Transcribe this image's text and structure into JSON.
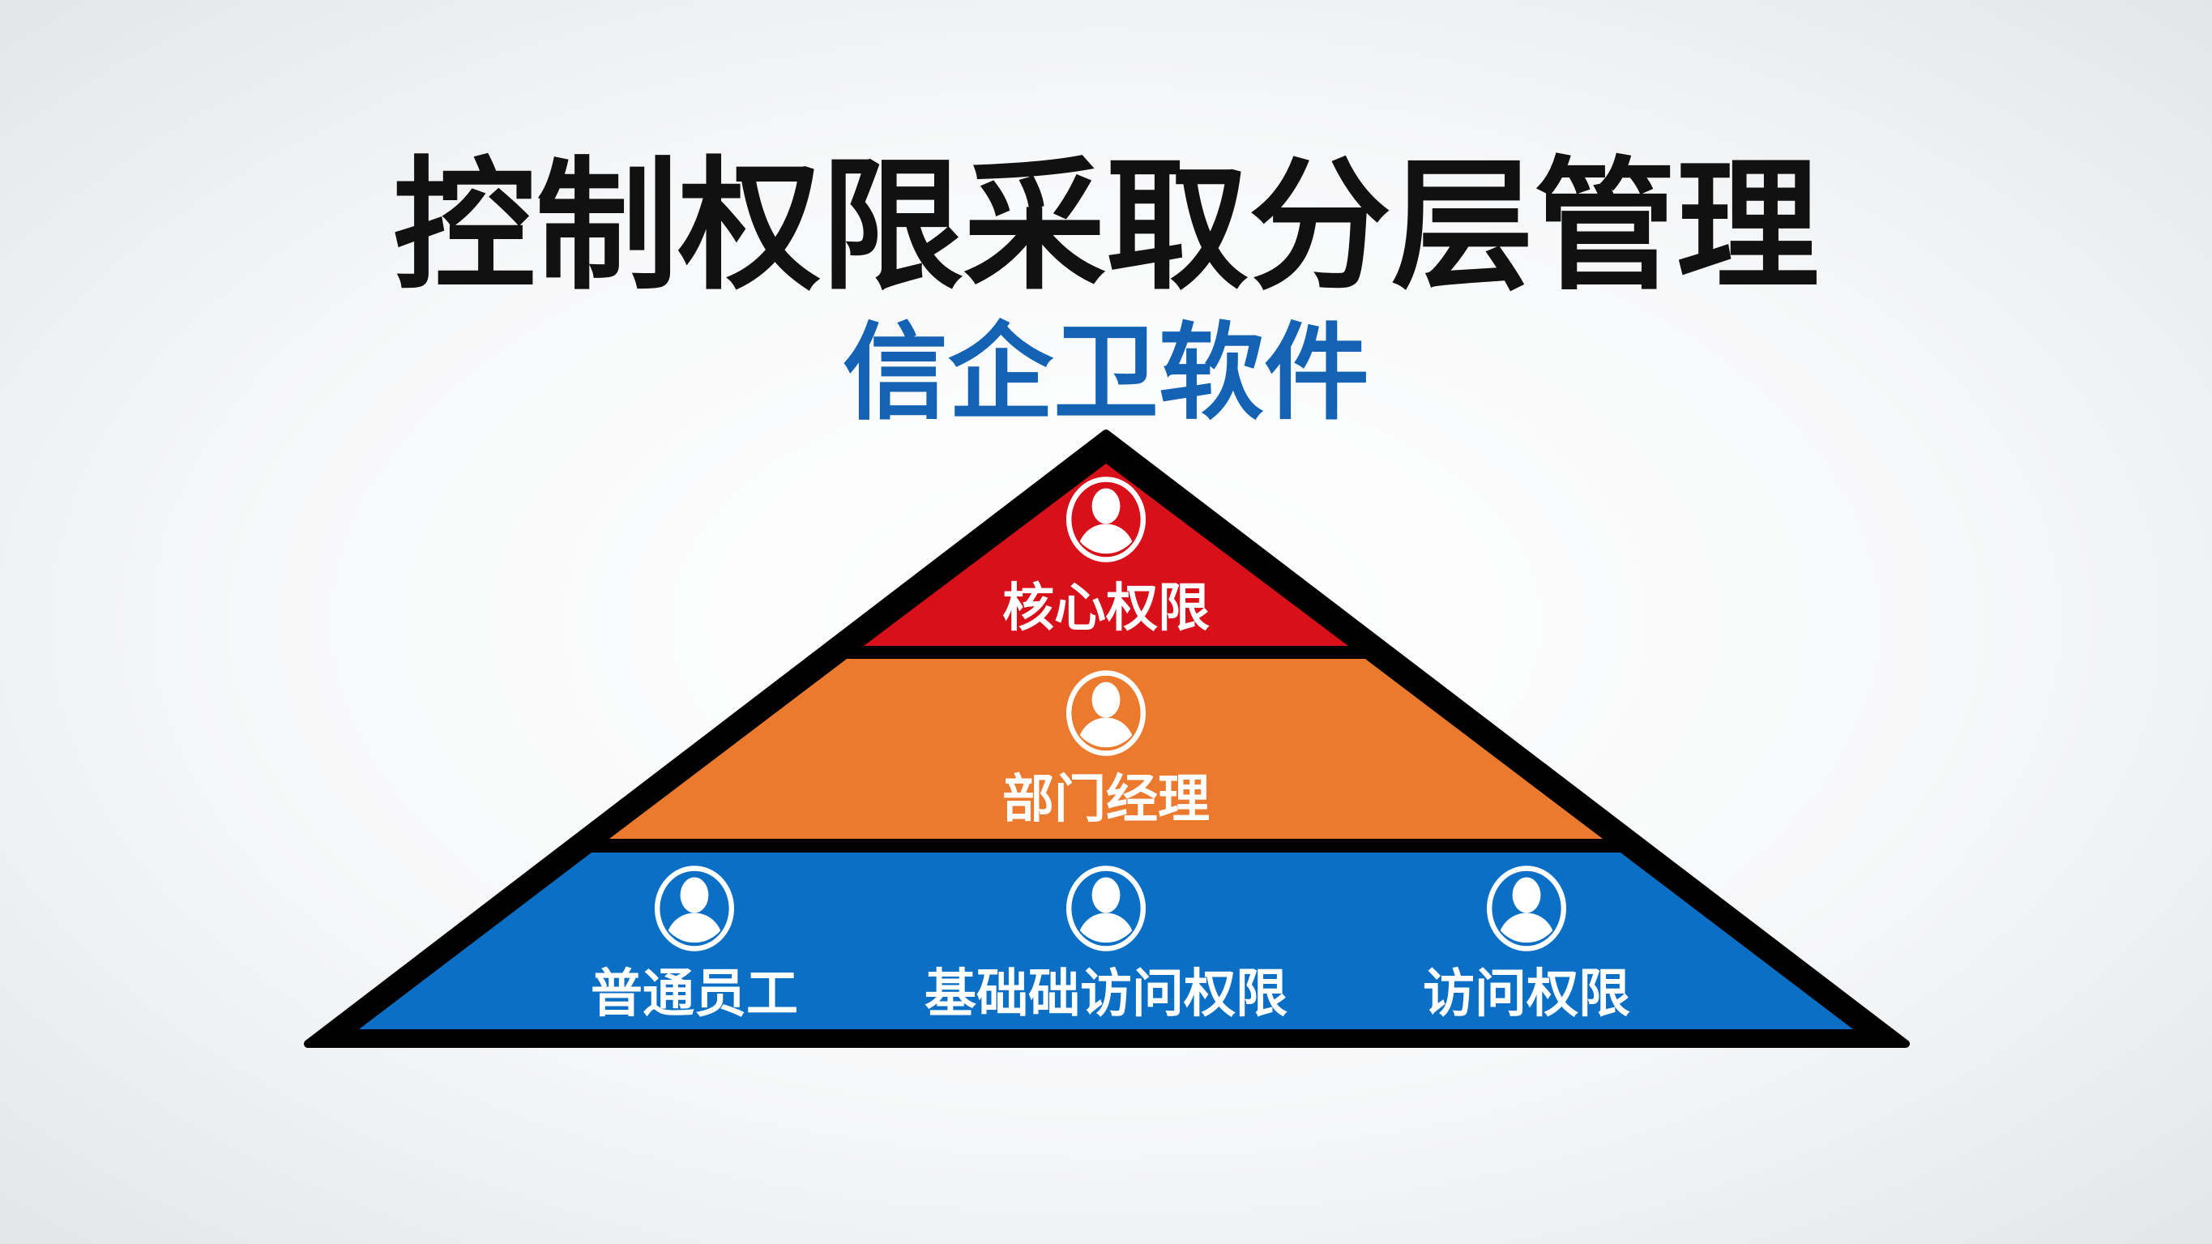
{
  "title": "控制权限采取分层管理",
  "subtitle": "信企卫软件",
  "colors": {
    "title": "#111111",
    "subtitle": "#1462b4",
    "red": "#d7101a",
    "orange": "#ec7a2e",
    "blue": "#0b6fc6",
    "outline": "#000000"
  },
  "pyramid": {
    "top": {
      "label": "核心权限",
      "icon": "user-icon"
    },
    "middle": {
      "label": "部门经理",
      "icon": "user-icon"
    },
    "bottom": [
      {
        "label": "普通员工",
        "icon": "user-icon"
      },
      {
        "label": "基础础访问权限",
        "icon": "user-icon"
      },
      {
        "label": "访问权限",
        "icon": "user-icon"
      }
    ]
  }
}
